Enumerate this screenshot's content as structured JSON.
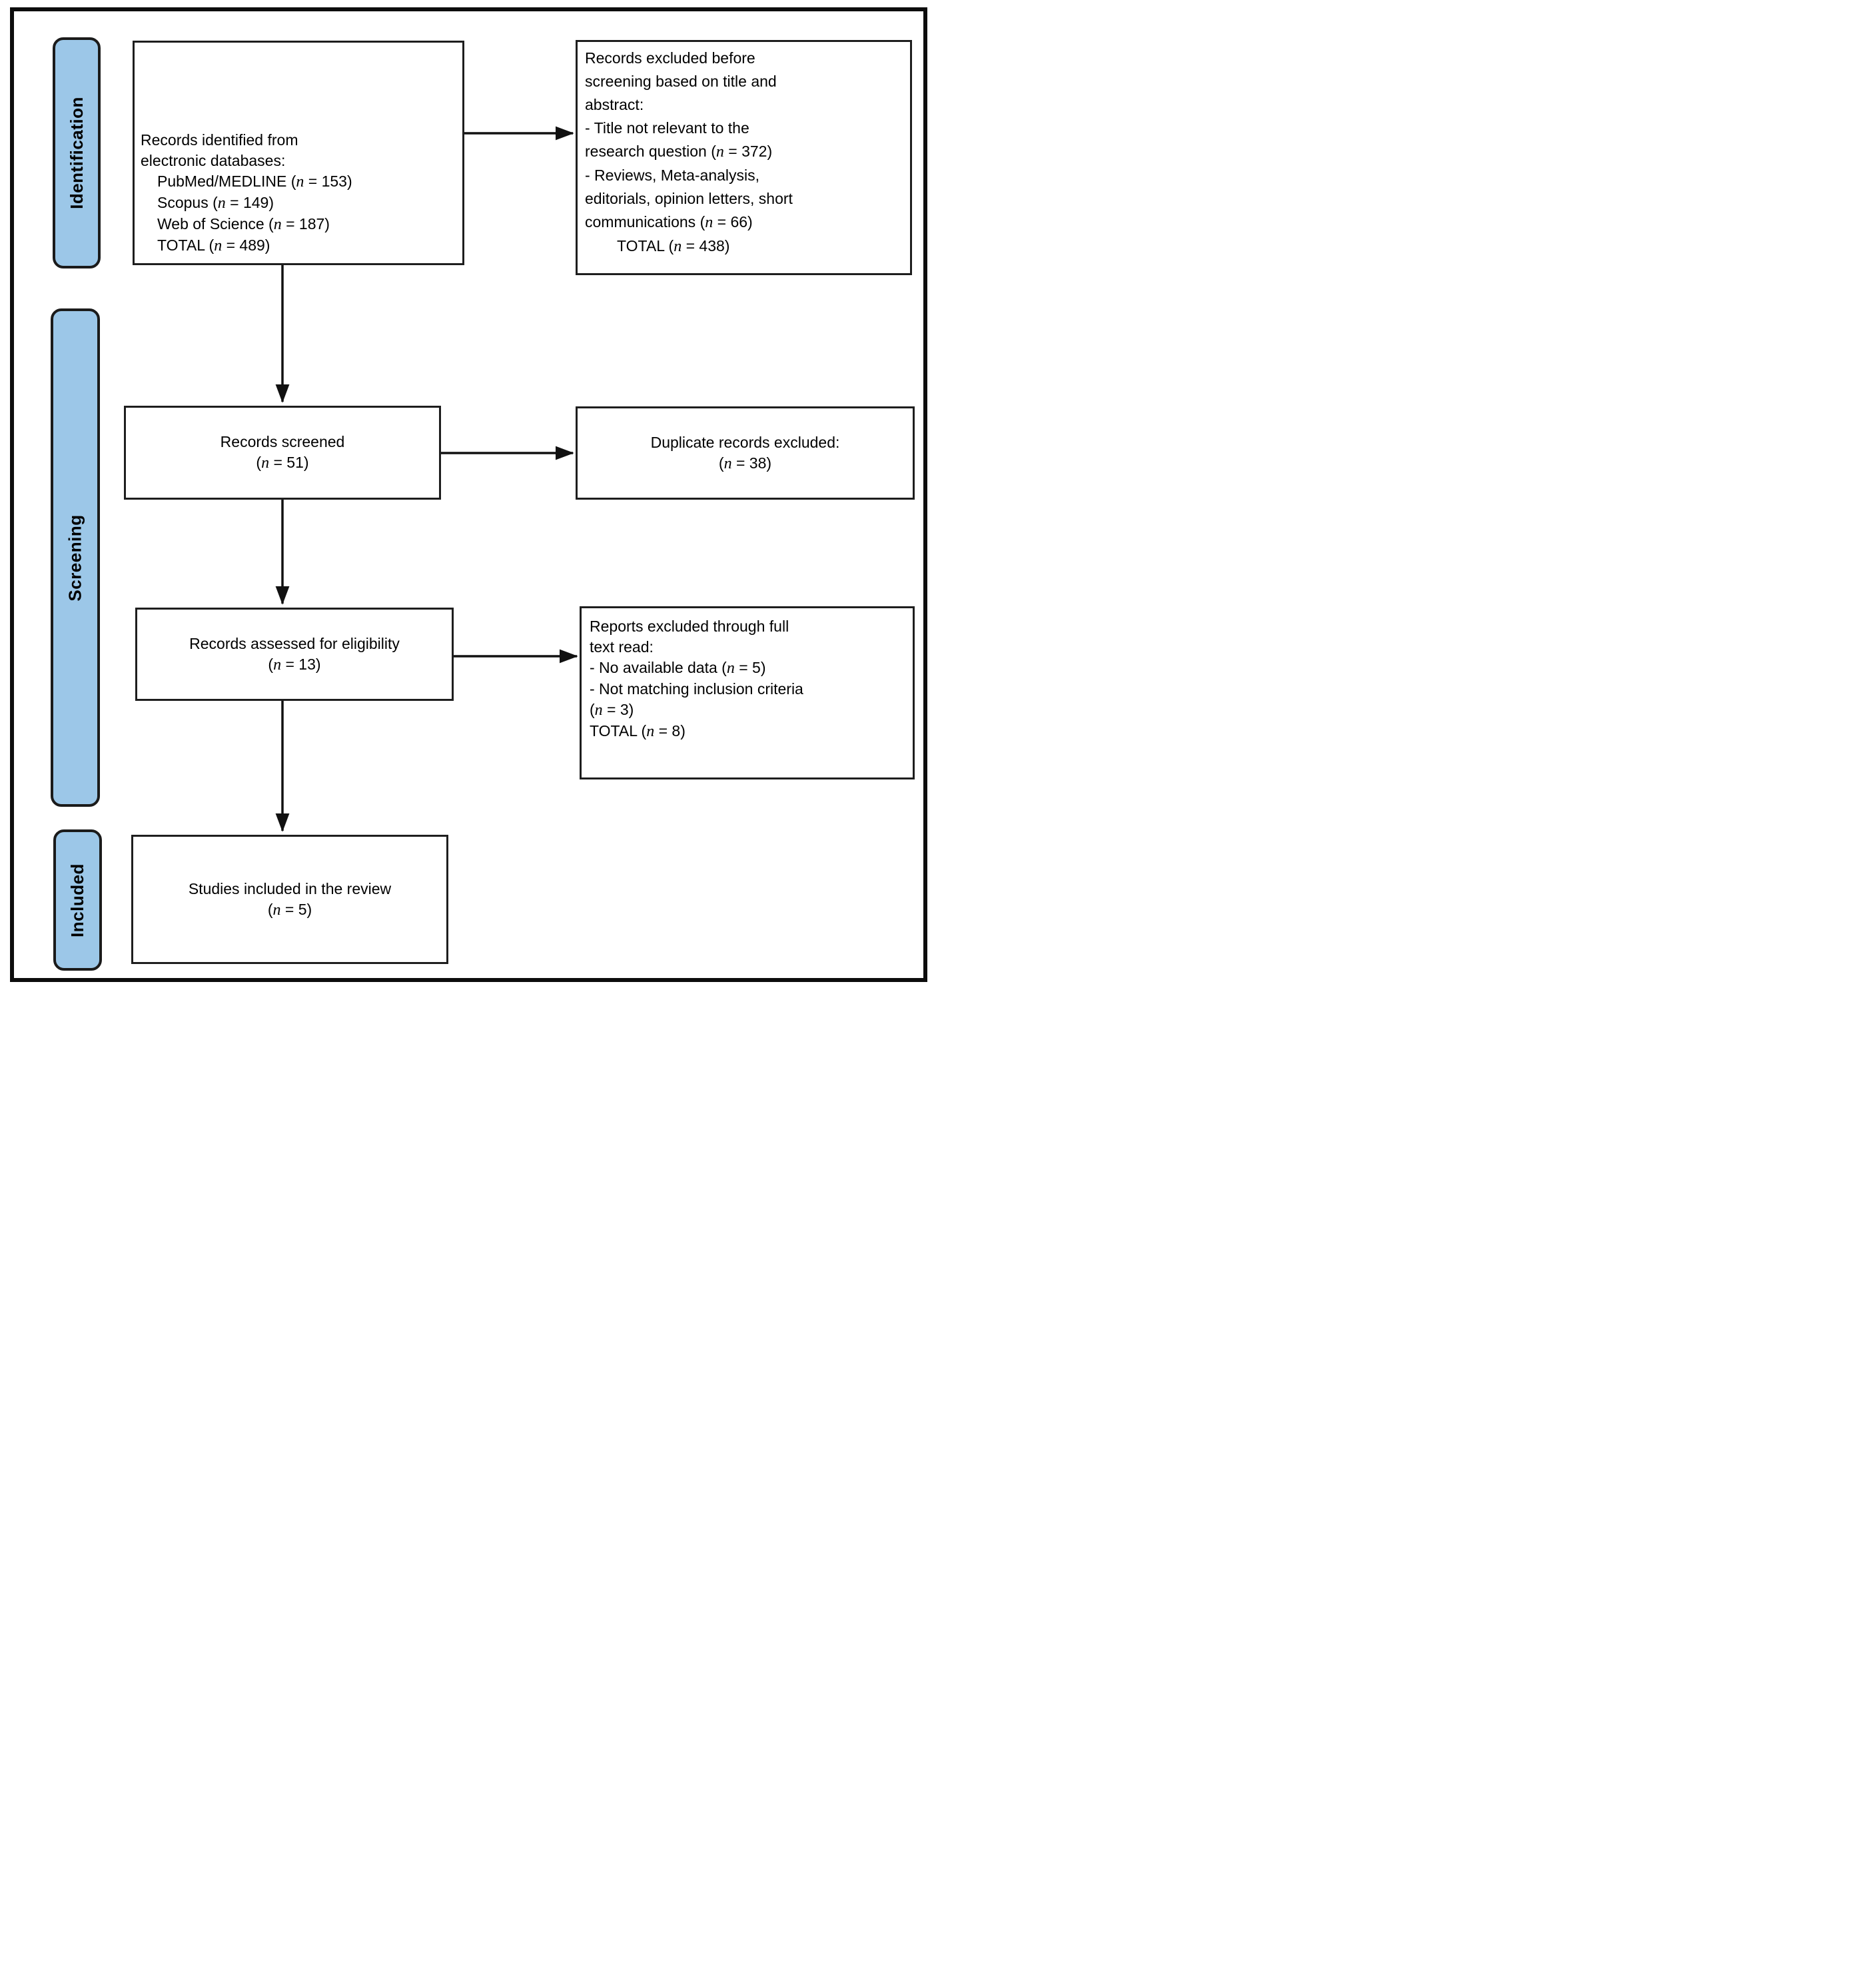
{
  "title": "PRISMA flow diagram of study selection",
  "colors": {
    "stage_fill": "#9CC7E8",
    "box_border": "#1e1e1e",
    "frame_border": "#0d0d0d",
    "arrow": "#111111",
    "background": "#ffffff",
    "text": "#000000"
  },
  "stages": [
    {
      "label": "Identification"
    },
    {
      "label": "Screening"
    },
    {
      "label": "Included"
    }
  ],
  "boxes": {
    "identified": {
      "align": "left",
      "lines": [
        {
          "t": "Records identified from"
        },
        {
          "t": "electronic databases:"
        },
        {
          "t": "PubMed/MEDLINE (n = 153)",
          "indent": 1
        },
        {
          "t": "Scopus (n = 149)",
          "indent": 1
        },
        {
          "t": "Web of Science (n = 187)",
          "indent": 1
        },
        {
          "t": "TOTAL (n = 489)",
          "indent": 1
        }
      ]
    },
    "excluded_before_screening": {
      "align": "left",
      "lines": [
        {
          "t": "Records excluded before"
        },
        {
          "t": "screening based on title and"
        },
        {
          "t": "abstract:"
        },
        {
          "t": "- Title not relevant to the"
        },
        {
          "t": "research question (n = 372)"
        },
        {
          "t": "- Reviews, Meta-analysis,"
        },
        {
          "t": "editorials, opinion letters, short"
        },
        {
          "t": "communications (n = 66)"
        },
        {
          "t": "TOTAL (n = 438)",
          "indent": 2
        }
      ]
    },
    "screened": {
      "align": "center",
      "lines": [
        {
          "t": "Records screened"
        },
        {
          "t": "(n = 51)"
        }
      ]
    },
    "duplicates_excluded": {
      "align": "center",
      "lines": [
        {
          "t": "Duplicate records excluded:"
        },
        {
          "t": "(n = 38)"
        }
      ]
    },
    "assessed": {
      "align": "center",
      "lines": [
        {
          "t": "Records assessed for eligibility"
        },
        {
          "t": "(n = 13)"
        }
      ]
    },
    "excluded_fulltext": {
      "align": "left",
      "lines": [
        {
          "t": "Reports excluded through full"
        },
        {
          "t": "text read:"
        },
        {
          "t": "- No available data (n = 5)"
        },
        {
          "t": "- Not matching inclusion criteria"
        },
        {
          "t": "(n = 3)"
        },
        {
          "t": "TOTAL (n = 8)"
        }
      ]
    },
    "included_studies": {
      "align": "center",
      "lines": [
        {
          "t": "Studies included in the review"
        },
        {
          "t": "(n = 5)"
        }
      ]
    }
  }
}
